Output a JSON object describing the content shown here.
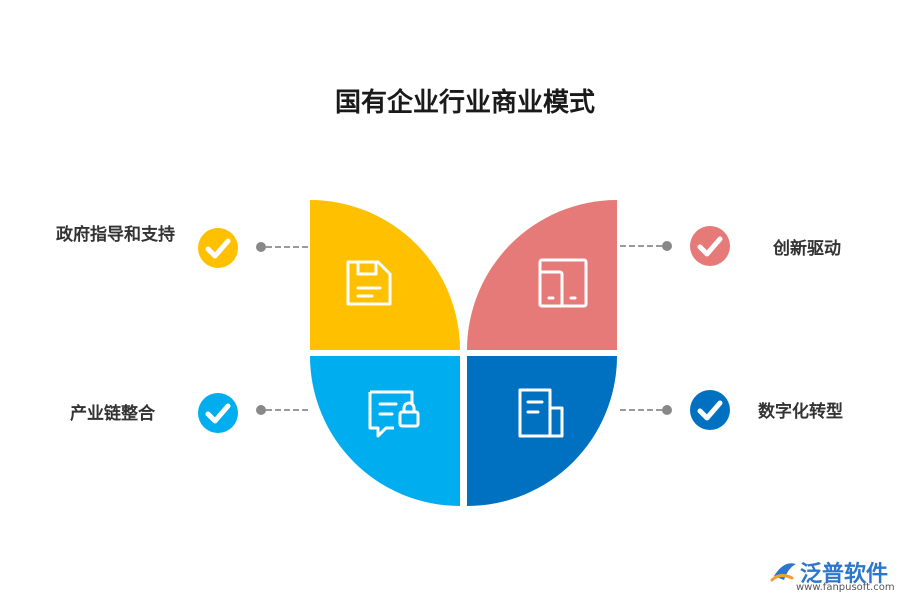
{
  "title": "国有企业行业商业模式",
  "items": [
    {
      "label": "政府指导和支持",
      "color": "#ffc000",
      "icon": "floppy-disk-icon"
    },
    {
      "label": "创新驱动",
      "color": "#e57a78",
      "icon": "phone-tablet-icon"
    },
    {
      "label": "产业链整合",
      "color": "#00aeef",
      "icon": "chat-lock-icon"
    },
    {
      "label": "数字化转型",
      "color": "#0070c0",
      "icon": "document-icon"
    }
  ],
  "brand": {
    "name": "泛普软件",
    "url": "www.fanpusoft.com"
  }
}
